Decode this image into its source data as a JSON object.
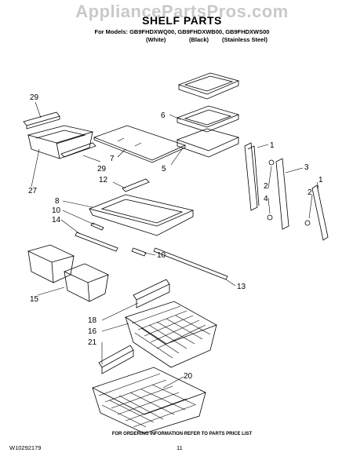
{
  "watermark": "AppliancePartsPros.com",
  "title": "SHELF PARTS",
  "models_line": "For Models: GB9FHDXWQ00, GB9FHDXWB00, GB9FHDXWS00",
  "colors": [
    "(White)",
    "(Black)",
    "(Stainless Steel)"
  ],
  "callouts": [
    "29",
    "27",
    "29",
    "7",
    "12",
    "6",
    "5",
    "1",
    "2",
    "4",
    "3",
    "1",
    "2",
    "8",
    "10",
    "14",
    "10",
    "13",
    "15",
    "18",
    "16",
    "21",
    "20"
  ],
  "footer_note": "FOR ORDERING INFORMATION REFER TO PARTS PRICE LIST",
  "document_number": "W10292179",
  "page_number": "11"
}
